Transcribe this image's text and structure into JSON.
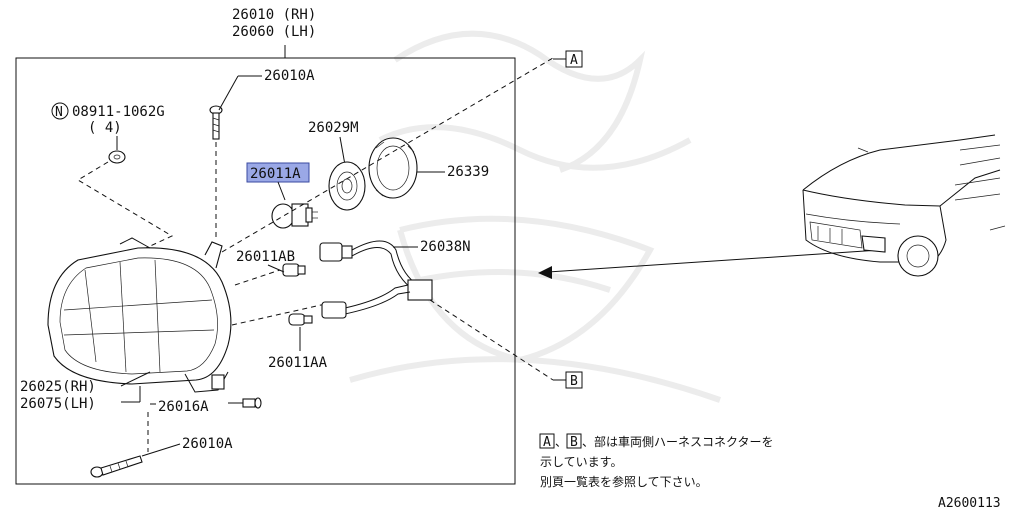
{
  "callouts": {
    "assembly_rh": "26010 (RH)",
    "assembly_lh": "26060 (LH)",
    "screw_top": "26010A",
    "nut_code": "08911-1062G",
    "nut_symbol": "N",
    "nut_qty": "( 4)",
    "socket": "26029M",
    "bulb_main": "26011A",
    "cap": "26339",
    "bulb_ab": "26011AB",
    "harness": "26038N",
    "bulb_aa": "26011AA",
    "lens_rh": "26025(RH)",
    "lens_lh": "26075(LH)",
    "adjuster": "26016A",
    "screw_bottom": "26010A"
  },
  "markers": {
    "a": "A",
    "b": "B"
  },
  "note": {
    "line1_mid": "、",
    "line1_text": "、部は車両側ハーネスコネクターを",
    "line2": "示しています。",
    "line3": "別頁一覧表を参照して下さい。"
  },
  "diagram_code": "A2600113",
  "colors": {
    "highlight": "#9aa8e6",
    "ink": "#111111"
  }
}
